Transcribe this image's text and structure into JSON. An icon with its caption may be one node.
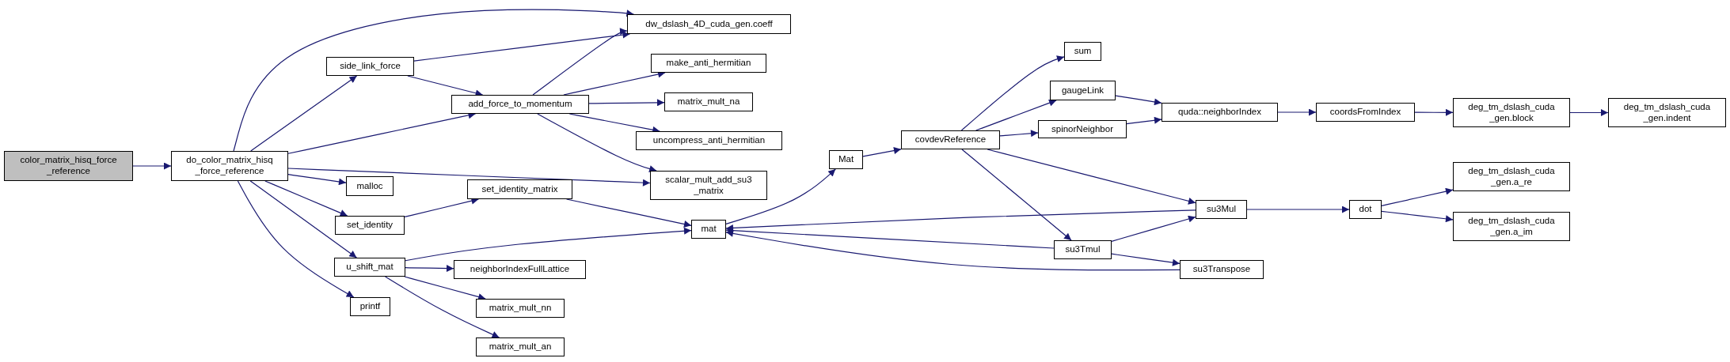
{
  "diagram": {
    "nodes": [
      {
        "text": [
          "color_matrix_hisq_force _reference"
        ]
      },
      {
        "text": [
          "do_color_matrix_hisq _force_reference"
        ]
      },
      {
        "text": [
          "side_link_force"
        ]
      },
      {
        "text": [
          "add_force_to_momentum"
        ]
      },
      {
        "text": [
          "dw_dslash_4D_cuda_gen.coeff"
        ]
      },
      {
        "text": [
          "make_anti_hermitian"
        ]
      },
      {
        "text": [
          "matrix_mult_na"
        ]
      },
      {
        "text": [
          "uncompress_anti_hermitian"
        ]
      },
      {
        "text": [
          "scalar_mult_add_su3 _matrix"
        ]
      },
      {
        "text": [
          "malloc"
        ]
      },
      {
        "text": [
          "set_identity"
        ]
      },
      {
        "text": [
          "set_identity_matrix"
        ]
      },
      {
        "text": [
          "mat"
        ]
      },
      {
        "text": [
          "u_shift_mat"
        ]
      },
      {
        "text": [
          "neighborIndexFullLattice"
        ]
      },
      {
        "text": [
          "matrix_mult_nn"
        ]
      },
      {
        "text": [
          "matrix_mult_an"
        ]
      },
      {
        "text": [
          "printf"
        ]
      },
      {
        "text": [
          "Mat"
        ]
      },
      {
        "text": [
          "covdevReference"
        ]
      },
      {
        "text": [
          "sum"
        ]
      },
      {
        "text": [
          "gaugeLink"
        ]
      },
      {
        "text": [
          "spinorNeighbor"
        ]
      },
      {
        "text": [
          "su3Tmul"
        ]
      },
      {
        "text": [
          "quda::neighborIndex"
        ]
      },
      {
        "text": [
          "coordsFromIndex"
        ]
      },
      {
        "text": [
          "deg_tm_dslash_cuda _gen.block"
        ]
      },
      {
        "text": [
          "deg_tm_dslash_cuda _gen.indent"
        ]
      },
      {
        "text": [
          "su3Mul"
        ]
      },
      {
        "text": [
          "dot"
        ]
      },
      {
        "text": [
          "deg_tm_dslash_cuda _gen.a_re"
        ]
      },
      {
        "text": [
          "deg_tm_dslash_cuda _gen.a_im"
        ]
      },
      {
        "text": [
          "su3Transpose"
        ]
      }
    ],
    "edges": [
      {
        "from": 0,
        "to": 1,
        "arrow": "to"
      },
      {
        "from": 1,
        "to": 4,
        "arrow": "to"
      },
      {
        "from": 1,
        "to": 2,
        "arrow": "to"
      },
      {
        "from": 1,
        "to": 3,
        "arrow": "to"
      },
      {
        "from": 1,
        "to": 8,
        "arrow": "to"
      },
      {
        "from": 1,
        "to": 9,
        "arrow": "to"
      },
      {
        "from": 1,
        "to": 10,
        "arrow": "to"
      },
      {
        "from": 1,
        "to": 13,
        "arrow": "to"
      },
      {
        "from": 1,
        "to": 17,
        "arrow": "to"
      },
      {
        "from": 2,
        "to": 4,
        "arrow": "to"
      },
      {
        "from": 2,
        "to": 3,
        "arrow": "to"
      },
      {
        "from": 3,
        "to": 4,
        "arrow": "to"
      },
      {
        "from": 3,
        "to": 5,
        "arrow": "to"
      },
      {
        "from": 3,
        "to": 6,
        "arrow": "to"
      },
      {
        "from": 3,
        "to": 7,
        "arrow": "to"
      },
      {
        "from": 3,
        "to": 8,
        "arrow": "to"
      },
      {
        "from": 10,
        "to": 11,
        "arrow": "to"
      },
      {
        "from": 11,
        "to": 12,
        "arrow": "to"
      },
      {
        "from": 13,
        "to": 12,
        "arrow": "to"
      },
      {
        "from": 13,
        "to": 14,
        "arrow": "to"
      },
      {
        "from": 13,
        "to": 15,
        "arrow": "to"
      },
      {
        "from": 13,
        "to": 16,
        "arrow": "to"
      },
      {
        "from": 12,
        "to": 18,
        "arrow": "to"
      },
      {
        "from": 18,
        "to": 19,
        "arrow": "to"
      },
      {
        "from": 19,
        "to": 20,
        "arrow": "to"
      },
      {
        "from": 19,
        "to": 21,
        "arrow": "to"
      },
      {
        "from": 19,
        "to": 22,
        "arrow": "to"
      },
      {
        "from": 19,
        "to": 28,
        "arrow": "to"
      },
      {
        "from": 19,
        "to": 23,
        "arrow": "to"
      },
      {
        "from": 21,
        "to": 24,
        "arrow": "to"
      },
      {
        "from": 22,
        "to": 24,
        "arrow": "to"
      },
      {
        "from": 24,
        "to": 25,
        "arrow": "to"
      },
      {
        "from": 25,
        "to": 26,
        "arrow": "to"
      },
      {
        "from": 26,
        "to": 27,
        "arrow": "to"
      },
      {
        "from": 28,
        "to": 12,
        "arrow": "to"
      },
      {
        "from": 23,
        "to": 12,
        "arrow": "to"
      },
      {
        "from": 32,
        "to": 12,
        "arrow": "to"
      },
      {
        "from": 23,
        "to": 28,
        "arrow": "to"
      },
      {
        "from": 23,
        "to": 32,
        "arrow": "to"
      },
      {
        "from": 28,
        "to": 29,
        "arrow": "to"
      },
      {
        "from": 29,
        "to": 30,
        "arrow": "to"
      },
      {
        "from": 29,
        "to": 31,
        "arrow": "to"
      }
    ]
  }
}
